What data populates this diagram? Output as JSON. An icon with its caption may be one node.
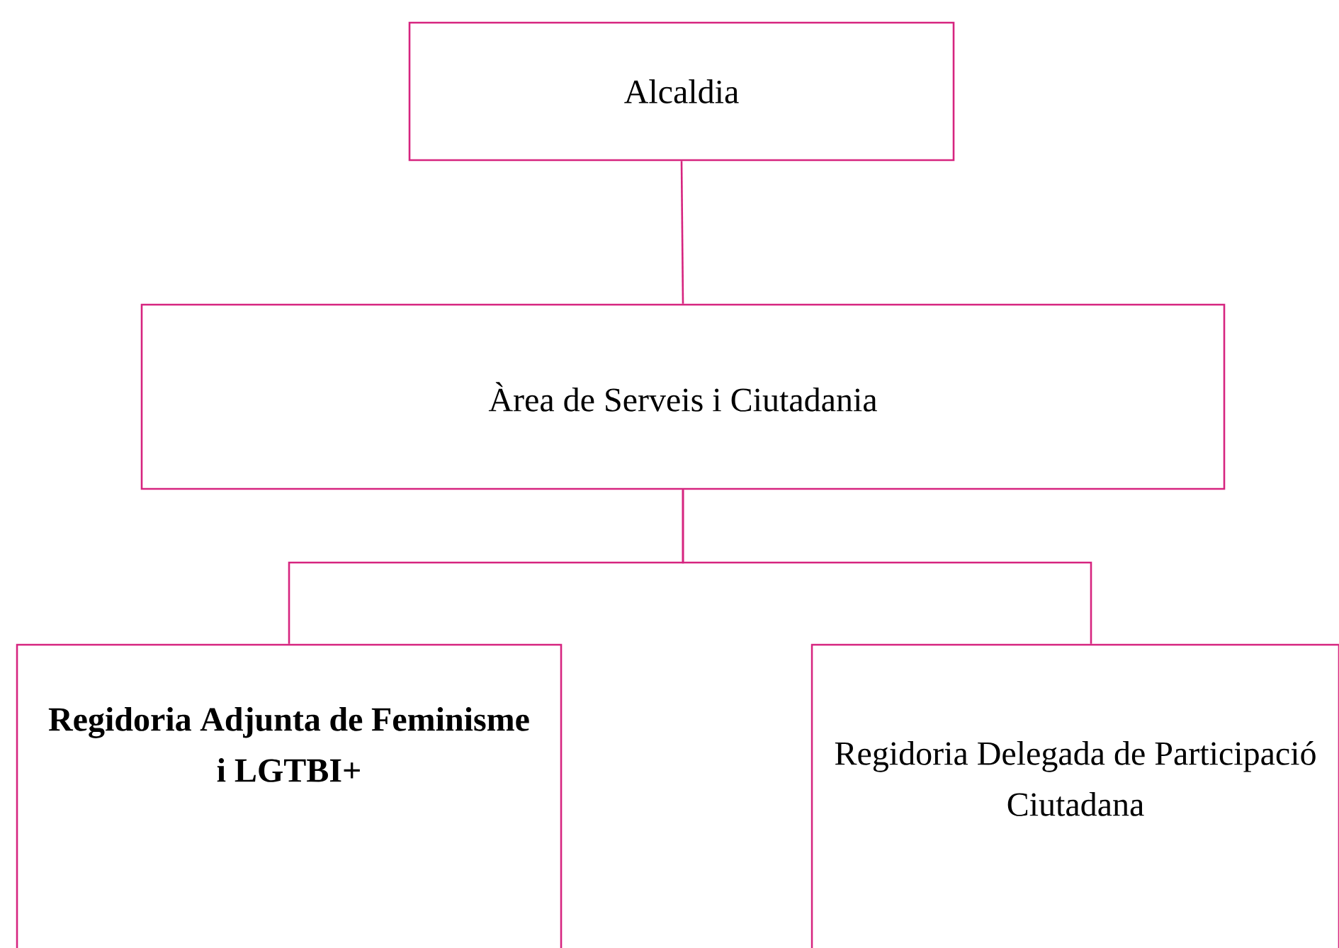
{
  "diagram": {
    "nodes": [
      {
        "text": [
          "Alcaldia"
        ]
      },
      {
        "text": [
          "Àrea de Serveis i Ciutadania"
        ]
      },
      {
        "text": [
          "Regidoria Adjunta de Feminisme i LGTBI+"
        ]
      },
      {
        "text": [
          "Regidoria Delegada de Participació Ciutadana"
        ]
      }
    ],
    "edges": [
      {
        "from": 0,
        "to": 1,
        "arrow": "none"
      },
      {
        "from": 1,
        "to": 2,
        "arrow": "none"
      },
      {
        "from": 1,
        "to": 3,
        "arrow": "none"
      }
    ]
  }
}
